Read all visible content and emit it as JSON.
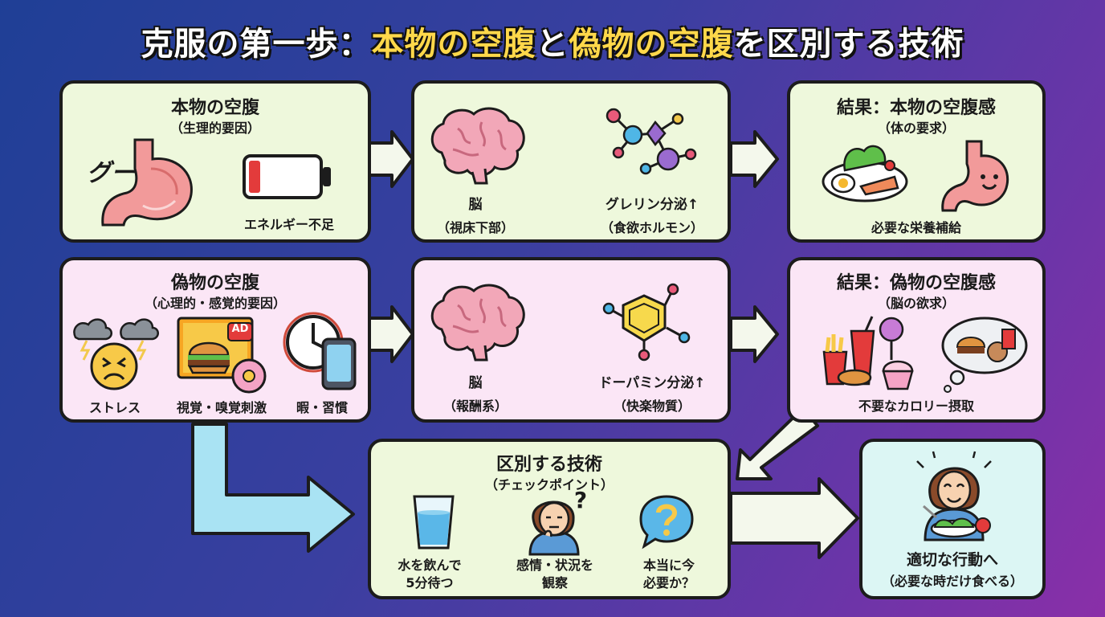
{
  "title": {
    "part1": "克服の第一歩：",
    "part2": "本物の空腹",
    "part3": "と",
    "part4": "偽物の空腹",
    "part5": "を区別する技術"
  },
  "real": {
    "title": "本物の空腹",
    "subtitle": "（生理的要因）",
    "sound": "グー",
    "energy": "エネルギー不足",
    "brain": "脳",
    "brain_sub": "（視床下部）",
    "hormone": "グレリン分泌↑",
    "hormone_sub": "（食欲ホルモン）",
    "result_title": "結果：本物の空腹感",
    "result_sub": "（体の要求）",
    "result_caption": "必要な栄養補給"
  },
  "fake": {
    "title": "偽物の空腹",
    "subtitle": "（心理的・感覚的要因）",
    "stress": "ストレス",
    "visual": "視覚・嗅覚刺激",
    "boredom": "暇・習慣",
    "ad_badge": "AD",
    "brain": "脳",
    "brain_sub": "（報酬系）",
    "hormone": "ドーパミン分泌↑",
    "hormone_sub": "（快楽物質）",
    "result_title": "結果：偽物の空腹感",
    "result_sub": "（脳の欲求）",
    "result_caption": "不要なカロリー摂取"
  },
  "technique": {
    "title": "区別する技術",
    "subtitle": "（チェックポイント）",
    "check1_l1": "水を飲んで",
    "check1_l2": "5分待つ",
    "check2_l1": "感情・状況を",
    "check2_l2": "観察",
    "check3_l1": "本当に今",
    "check3_l2": "必要か？",
    "question_mark": "?"
  },
  "action": {
    "line1": "適切な行動へ",
    "line2": "（必要な時だけ食べる）"
  },
  "colors": {
    "real_box": "#eef8dc",
    "fake_box": "#fbe6f6",
    "action_box": "#dcf6f4",
    "highlight": "#ffd84a",
    "arrow_light": "#a9e3f3"
  }
}
